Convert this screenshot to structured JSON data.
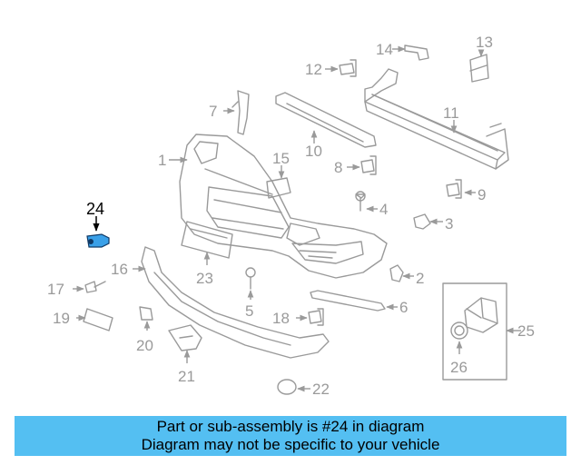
{
  "callouts": {
    "c1": "1",
    "c2": "2",
    "c3": "3",
    "c4": "4",
    "c5": "5",
    "c6": "6",
    "c7": "7",
    "c8": "8",
    "c9": "9",
    "c10": "10",
    "c11": "11",
    "c12": "12",
    "c13": "13",
    "c14": "14",
    "c15": "15",
    "c16": "16",
    "c17": "17",
    "c18": "18",
    "c19": "19",
    "c20": "20",
    "c21": "21",
    "c22": "22",
    "c23": "23",
    "c24": "24",
    "c25": "25",
    "c26": "26"
  },
  "highlight": {
    "part": "24",
    "color": "#3aa0e8"
  },
  "banner": {
    "line1": "Part or sub-assembly is #24 in diagram",
    "line2": "Diagram may not be specific to your vehicle",
    "color": "#54bff2"
  }
}
